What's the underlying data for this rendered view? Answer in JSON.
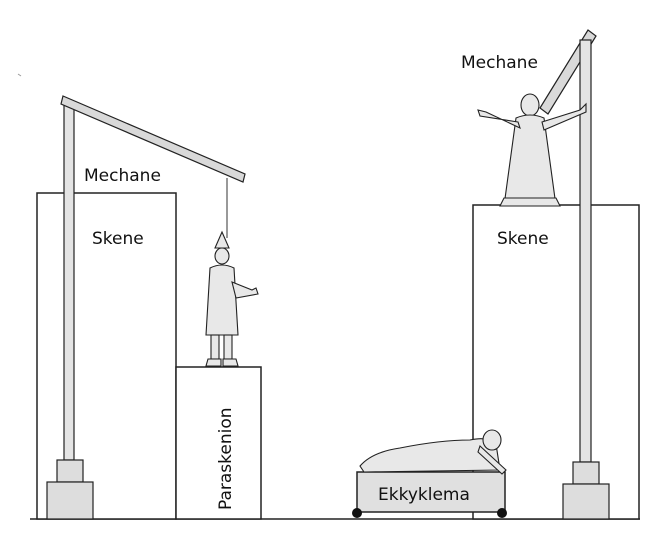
{
  "labels": {
    "mechane_left": "Mechane",
    "skene_left": "Skene",
    "paraskenion": "Paraskenion",
    "ekkyklema": "Ekkyklema",
    "mechane_right": "Mechane",
    "skene_right": "Skene"
  },
  "colors": {
    "ink": "#222222",
    "beam_fill": "#d9d9d9",
    "figure_fill": "#e8e8e8",
    "background": "#ffffff"
  },
  "icons": [
    "crane-beam",
    "actor-figure",
    "reclining-figure",
    "wheel"
  ]
}
